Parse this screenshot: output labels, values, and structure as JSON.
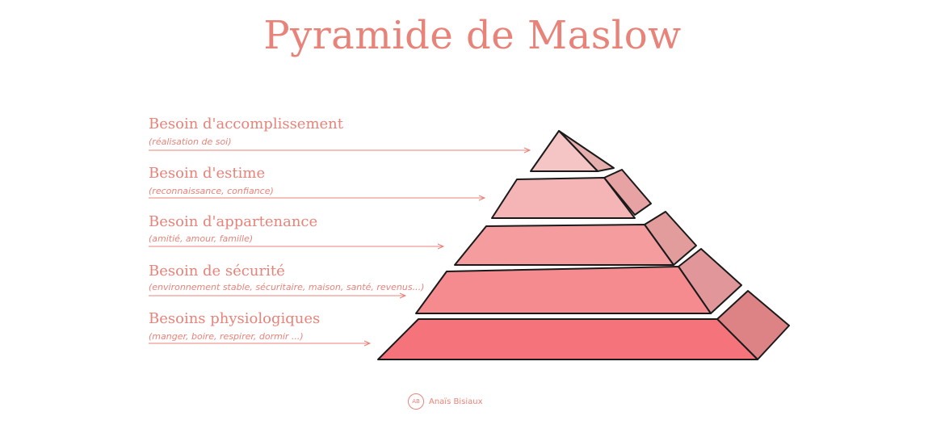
{
  "title": "Pyramide de Maslow",
  "colors": {
    "accent": "#e8837a",
    "outline": "#1a1a1a",
    "tiers": [
      {
        "front": "#f5c5c5",
        "side": "#e7aeae"
      },
      {
        "front": "#f5b5b7",
        "side": "#e7a2a4"
      },
      {
        "front": "#f59c9f",
        "side": "#e39c9c"
      },
      {
        "front": "#f58b8e",
        "side": "#e19799"
      },
      {
        "front": "#f5737b",
        "side": "#de8385"
      }
    ]
  },
  "levels": [
    {
      "label": "Besoin d'accomplissement",
      "sub": "(réalisation de soi)"
    },
    {
      "label": "Besoin d'estime",
      "sub": "(reconnaissance, confiance)"
    },
    {
      "label": "Besoin d'appartenance",
      "sub": "(amitié, amour, famille)"
    },
    {
      "label": "Besoin de sécurité",
      "sub": "(environnement stable, sécuritaire, maison, santé, revenus...)"
    },
    {
      "label": "Besoins physiologiques",
      "sub": "(manger, boire, respirer, dormir ...)"
    }
  ],
  "brand": {
    "logo_text": "AB",
    "name": "Anaïs Bisiaux",
    "icon": "lotus-logo-icon"
  }
}
